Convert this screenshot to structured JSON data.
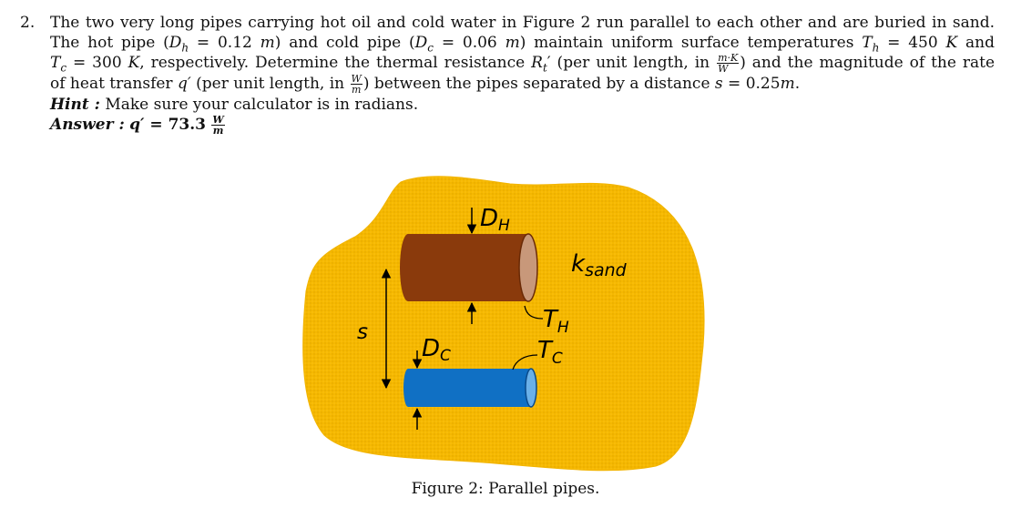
{
  "problem": {
    "number": "2.",
    "lines": [
      "The two very long pipes carrying hot oil and cold water in Figure 2 run parallel to each other and are buried in sand.",
      "The hot pipe (",
      "D",
      "h",
      " = 0.12 ",
      "m",
      ") and cold pipe (",
      "D",
      "c",
      " = 0.06 ",
      "m",
      ") maintain uniform surface temperatures ",
      "T",
      "h",
      " = 450 ",
      "K",
      " and"
    ],
    "line3_a": "T",
    "line3_a_sub": "c",
    "line3_b": " = 300 ",
    "line3_c": "K",
    "line3_d": ", respectively. Determine the thermal resistance ",
    "line3_e": "R",
    "line3_e_sub": "t",
    "line3_f": "′ (per unit length, in ",
    "line3_frac_n": "m·K",
    "line3_frac_d": "W",
    "line3_g": ") and the magnitude of the rate",
    "line4_a": "of heat transfer ",
    "line4_b": "q′",
    "line4_c": " (per unit length, in ",
    "line4_frac_n": "W",
    "line4_frac_d": "m",
    "line4_d": ") between the pipes separated by a distance ",
    "line4_e": "s",
    "line4_f": " = 0.25",
    "line4_g": "m",
    "line4_h": ".",
    "hint_label": "Hint :",
    "hint_text": "Make sure your calculator is in radians.",
    "answer_label": "Answer :",
    "answer_q": "q′",
    "answer_value": " = 73.3",
    "answer_frac_n": "W",
    "answer_frac_d": "m"
  },
  "figure": {
    "label_dh": "D",
    "label_dh_sub": "H",
    "label_k": "k",
    "label_k_sub": "sand",
    "label_th": "T",
    "label_th_sub": "H",
    "label_dc": "D",
    "label_dc_sub": "C",
    "label_tc": "T",
    "label_tc_sub": "C",
    "label_s": "s",
    "sand_color": "#f5b800",
    "hot_pipe_color": "#8a3a0c",
    "hot_pipe_end_color": "#c8987a",
    "cold_pipe_color": "#1070c4",
    "cold_pipe_end_color": "#6ab0e8",
    "caption": "Figure 2: Parallel pipes."
  }
}
